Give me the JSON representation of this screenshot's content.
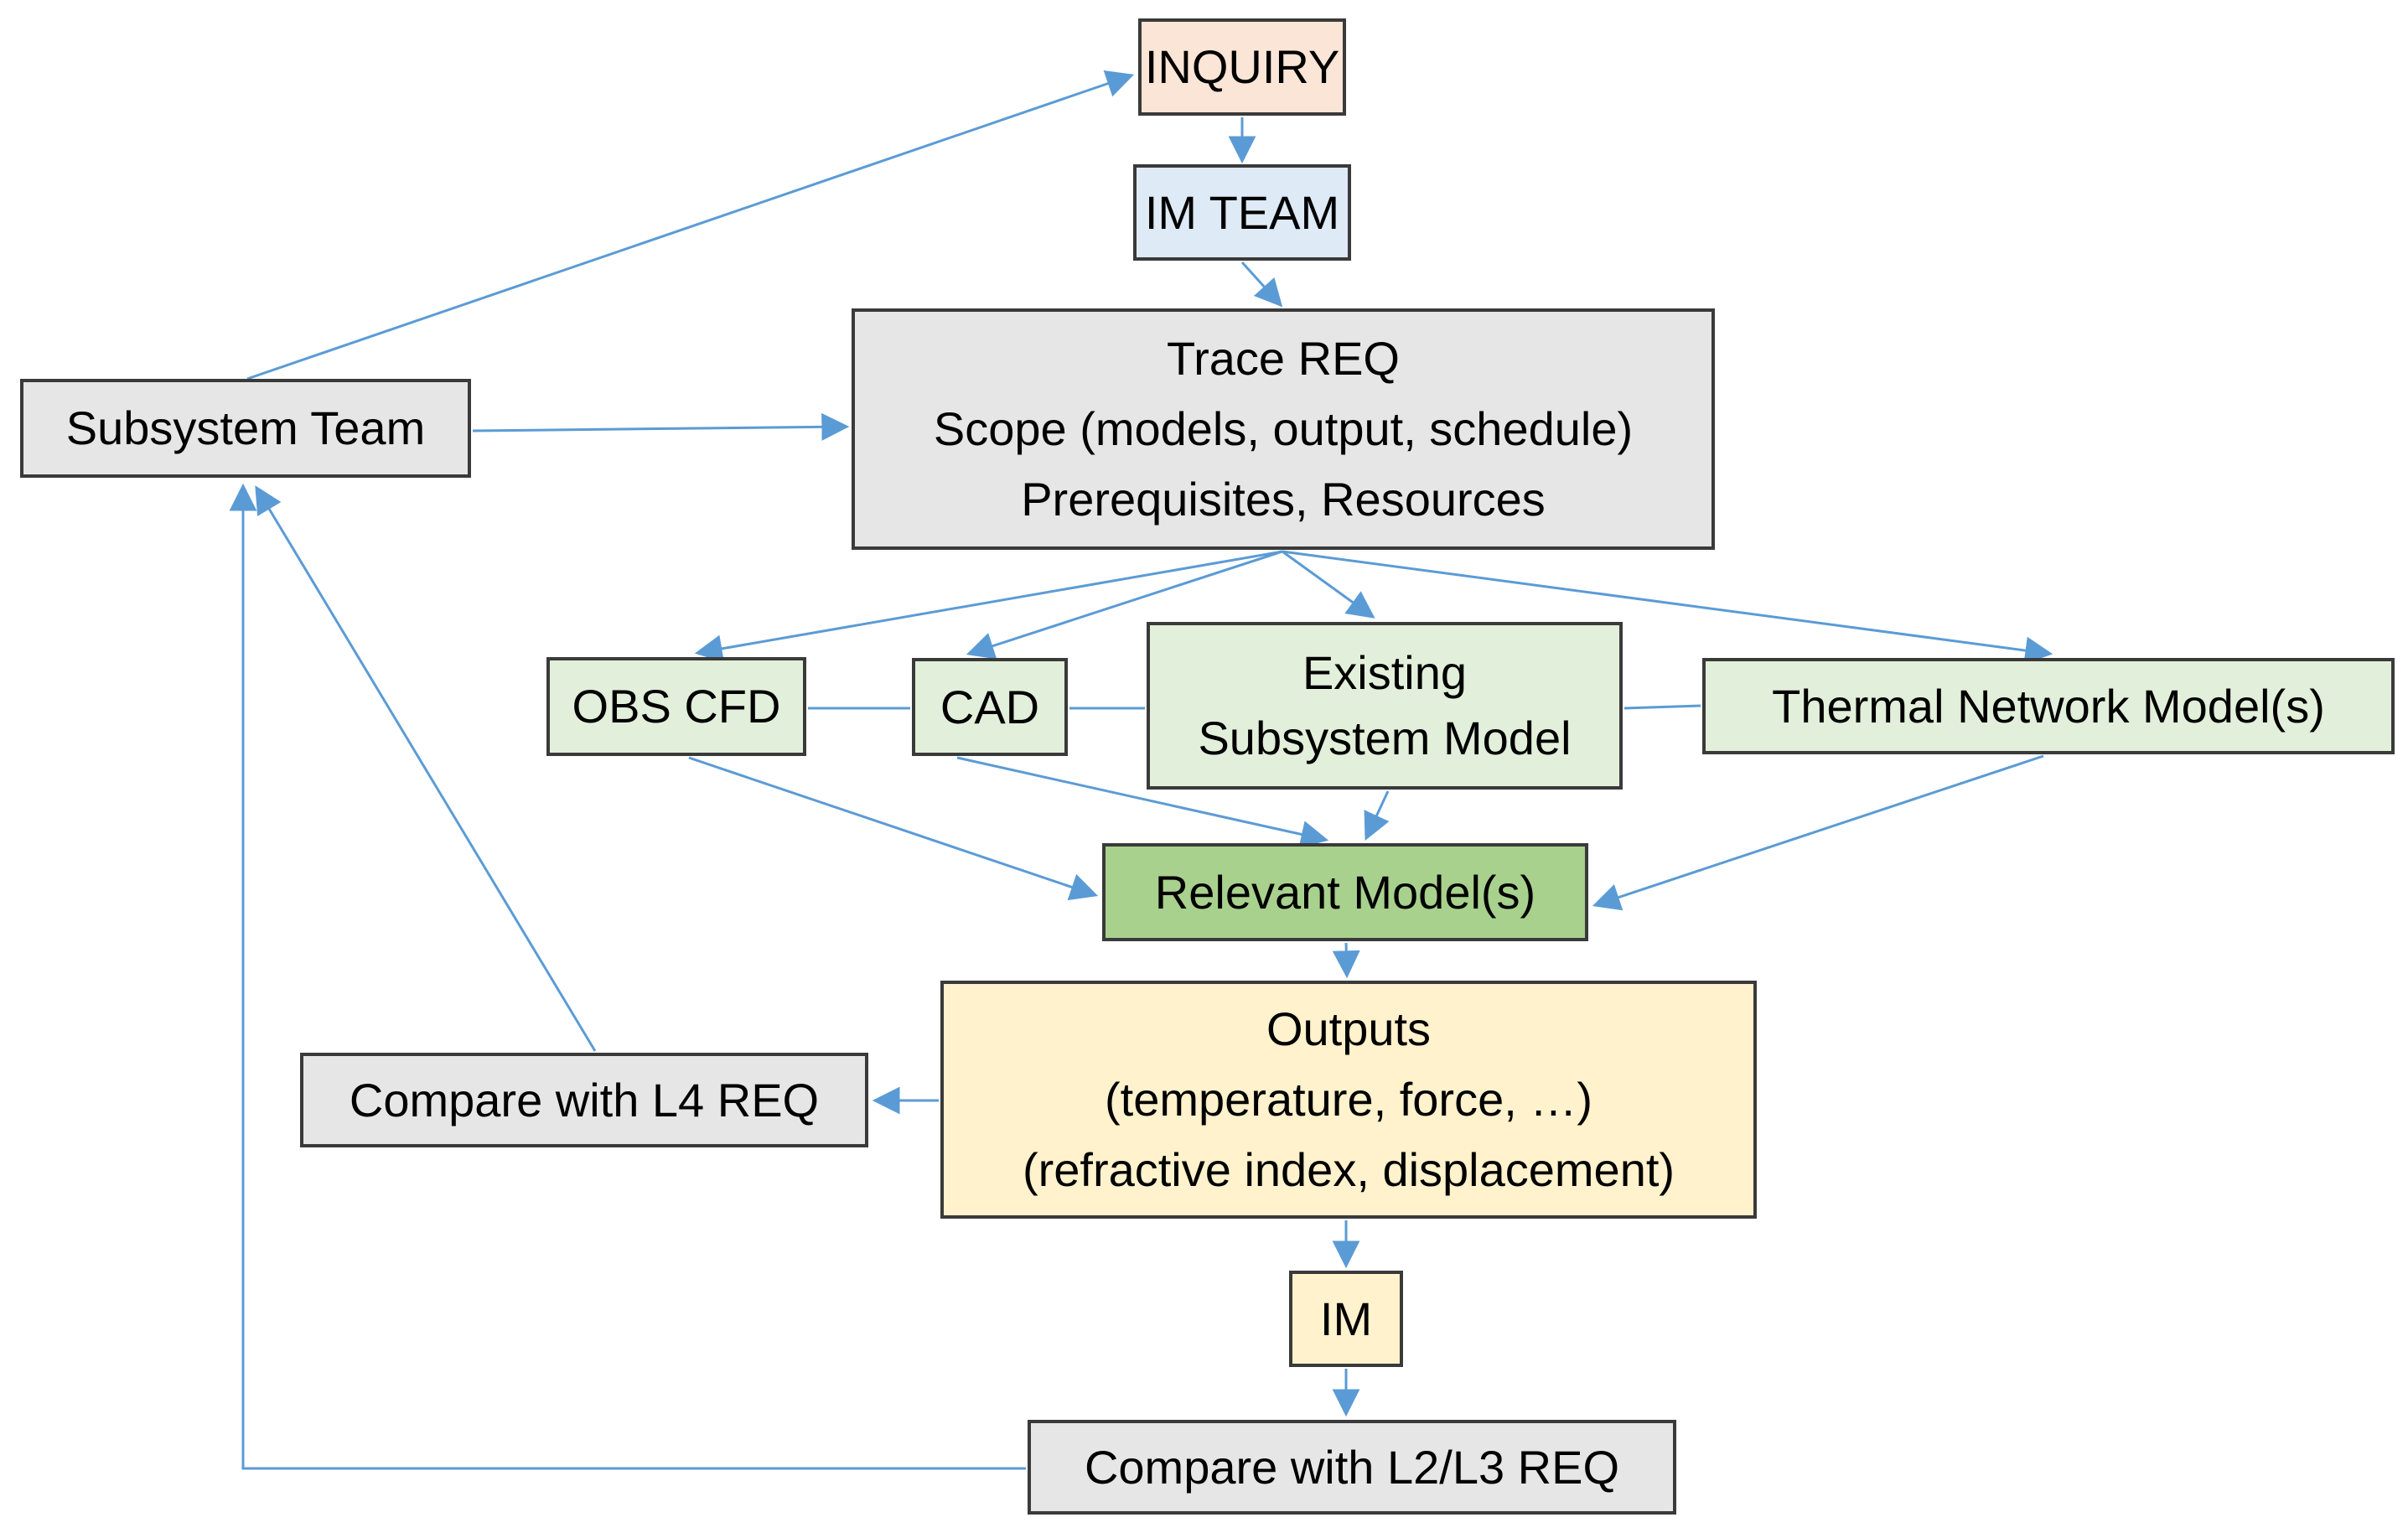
{
  "diagram": {
    "title": "Integrated modelling inquiry workflow",
    "colors": {
      "arrow": "#5B9BD5",
      "border": "#3A3A3A",
      "text": "#000000",
      "background": "#FFFFFF",
      "fill_peach": "#FBE5D6",
      "fill_blue": "#DEEAF6",
      "fill_gray": "#E7E6E6",
      "fill_green_light": "#E2EFDA",
      "fill_green_medium": "#A9D18E",
      "fill_yellow": "#FFF2CC"
    },
    "nodes": {
      "inquiry": {
        "label": "INQUIRY",
        "fill": "#FBE5D6"
      },
      "im_team": {
        "label": "IM TEAM",
        "fill": "#DEEAF6"
      },
      "trace_req": {
        "label": "Trace REQ\nScope (models, output, schedule)\nPrerequisites, Resources",
        "fill": "#E7E6E6"
      },
      "subsystem_team": {
        "label": "Subsystem Team",
        "fill": "#E7E6E6"
      },
      "obs_cfd": {
        "label": "OBS CFD",
        "fill": "#E2EFDA"
      },
      "cad": {
        "label": "CAD",
        "fill": "#E2EFDA"
      },
      "existing_subsystem_model": {
        "label": "Existing\nSubsystem Model",
        "fill": "#E2EFDA"
      },
      "thermal_network_models": {
        "label": "Thermal Network Model(s)",
        "fill": "#E2EFDA"
      },
      "relevant_models": {
        "label": "Relevant Model(s)",
        "fill": "#A9D18E"
      },
      "outputs": {
        "label": "Outputs\n(temperature, force, …)\n(refractive index, displacement)",
        "fill": "#FFF2CC"
      },
      "compare_l4_req": {
        "label": "Compare with L4 REQ",
        "fill": "#E7E6E6"
      },
      "im": {
        "label": "IM",
        "fill": "#FFF2CC"
      },
      "compare_l2l3_req": {
        "label": "Compare with L2/L3 REQ",
        "fill": "#E7E6E6"
      }
    },
    "edges": [
      {
        "from": "subsystem_team",
        "to": "inquiry"
      },
      {
        "from": "inquiry",
        "to": "im_team"
      },
      {
        "from": "im_team",
        "to": "trace_req"
      },
      {
        "from": "subsystem_team",
        "to": "trace_req"
      },
      {
        "from": "trace_req",
        "to": "obs_cfd"
      },
      {
        "from": "trace_req",
        "to": "cad"
      },
      {
        "from": "trace_req",
        "to": "existing_subsystem_model"
      },
      {
        "from": "trace_req",
        "to": "thermal_network_models"
      },
      {
        "from": "obs_cfd",
        "to": "cad",
        "style": "plain"
      },
      {
        "from": "cad",
        "to": "existing_subsystem_model",
        "style": "plain"
      },
      {
        "from": "existing_subsystem_model",
        "to": "thermal_network_models",
        "style": "plain"
      },
      {
        "from": "obs_cfd",
        "to": "relevant_models"
      },
      {
        "from": "cad",
        "to": "relevant_models"
      },
      {
        "from": "existing_subsystem_model",
        "to": "relevant_models"
      },
      {
        "from": "thermal_network_models",
        "to": "relevant_models"
      },
      {
        "from": "relevant_models",
        "to": "outputs"
      },
      {
        "from": "outputs",
        "to": "compare_l4_req"
      },
      {
        "from": "compare_l4_req",
        "to": "subsystem_team"
      },
      {
        "from": "outputs",
        "to": "im"
      },
      {
        "from": "im",
        "to": "compare_l2l3_req"
      },
      {
        "from": "compare_l2l3_req",
        "to": "subsystem_team"
      }
    ]
  }
}
